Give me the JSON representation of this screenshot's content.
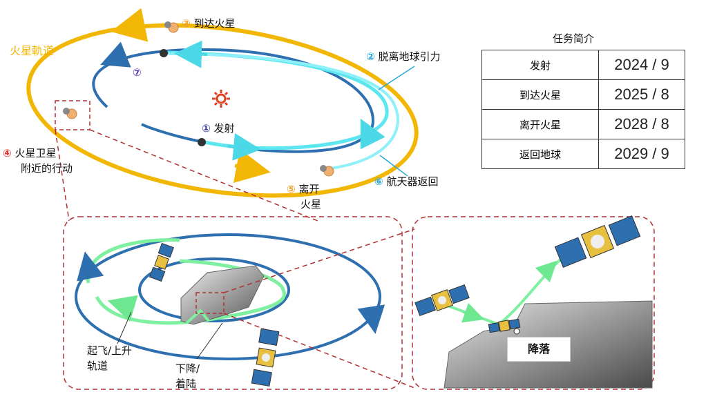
{
  "mars_orbit_label": "火星軌道",
  "steps": {
    "s1": {
      "num": "①",
      "text": "发射",
      "color": "#3a3aa8"
    },
    "s2": {
      "num": "②",
      "text": "脱离地球引力",
      "color": "#2aa8d8"
    },
    "s3": {
      "num": "③",
      "text": "到达火星",
      "color": "#f0a030"
    },
    "s4": {
      "num": "④",
      "line1": "火星卫星",
      "line2": "附近的行动",
      "color": "#e03030"
    },
    "s5": {
      "num": "⑤",
      "line1": "离开",
      "line2": "火星",
      "color": "#f0a030"
    },
    "s6": {
      "num": "⑥",
      "text": "航天器返回",
      "color": "#2aa8d8"
    },
    "s7": {
      "num": "⑦",
      "color": "#5a3ab0"
    }
  },
  "inset_labels": {
    "ascent_line1": "起飞/上升",
    "ascent_line2": "轨道",
    "descent_line1": "下降/",
    "descent_line2": "着陆",
    "landing": "降落"
  },
  "schedule": {
    "title": "任务简介",
    "rows": [
      {
        "event": "发射",
        "date": "2024 / 9"
      },
      {
        "event": "到达火星",
        "date": "2025 / 8"
      },
      {
        "event": "离开火星",
        "date": "2028 / 8"
      },
      {
        "event": "返回地球",
        "date": "2029 / 9"
      }
    ]
  },
  "colors": {
    "mars_orbit": "#f2b705",
    "earth_orbit": "#2e6fb0",
    "transfer": "#5ce6f0",
    "inset_frame": "#b03030",
    "local_orbit_green": "#7ef0a0",
    "sun": "#e04020"
  }
}
